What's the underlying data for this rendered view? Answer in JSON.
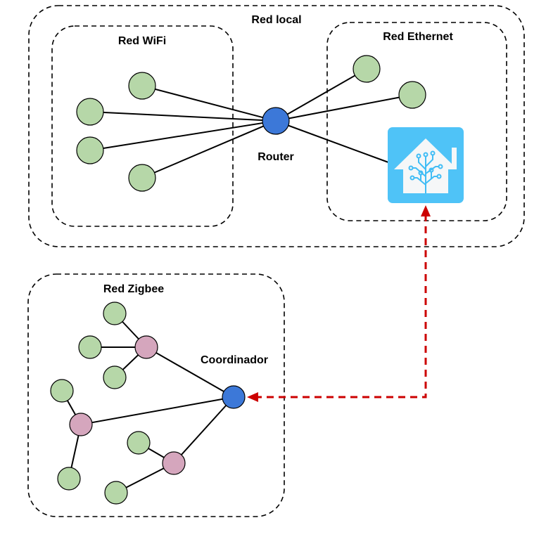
{
  "groups": {
    "local": {
      "label": "Red local"
    },
    "wifi": {
      "label": "Red WiFi"
    },
    "ethernet": {
      "label": "Red Ethernet"
    },
    "zigbee": {
      "label": "Red Zigbee"
    }
  },
  "nodes": {
    "router": {
      "label": "Router"
    },
    "coordinator": {
      "label": "Coordinador"
    },
    "home_assistant": {
      "icon": "home-assistant-icon"
    }
  },
  "colors": {
    "end_device": "#b6d7a8",
    "router_node": "#d5a6bd",
    "hub": "#3c78d8",
    "link": "#000000",
    "integration_link": "#cc0000",
    "ha_bg": "#4fc3f7",
    "ha_tree": "#41bdf5"
  }
}
